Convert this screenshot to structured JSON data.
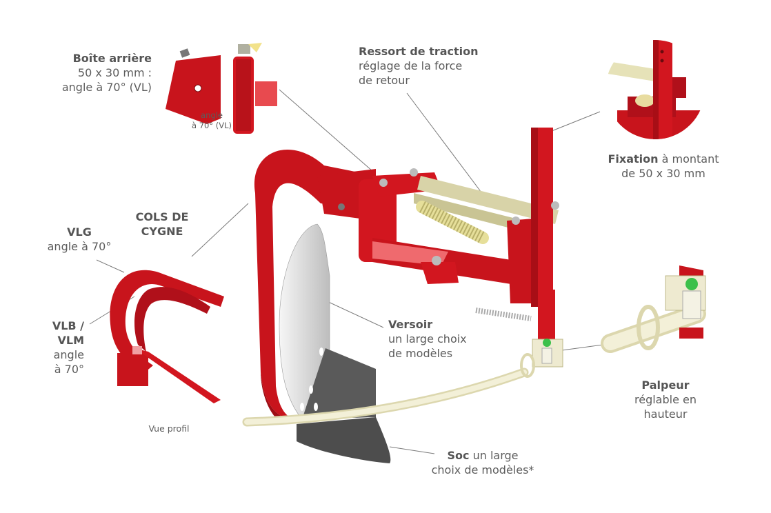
{
  "title": "Composants de la décavaillonneuse",
  "labels": {
    "boite": {
      "title": "Boîte arrière",
      "line1": "50 x 30 mm :",
      "line2": "angle à 70° (VL)"
    },
    "boite_inset": {
      "line1": "angle",
      "line2": "à 70° (VL)"
    },
    "ressort": {
      "title": "Ressort de traction",
      "line1": "réglage de la force",
      "line2": "de retour"
    },
    "fixation": {
      "title": "Fixation",
      "rest": " à montant",
      "line2": "de 50 x 30 mm"
    },
    "cols": {
      "line1": "COLS DE",
      "line2": "CYGNE"
    },
    "vlg": {
      "title": "VLG",
      "line1": "angle à 70°"
    },
    "vlb": {
      "title1": "VLB /",
      "title2": "VLM",
      "line1": "angle",
      "line2": "à 70°"
    },
    "vue": {
      "text": "Vue profil"
    },
    "versoir": {
      "title": "Versoir",
      "line1": "un large choix",
      "line2": "de modèles"
    },
    "palpeur": {
      "title": "Palpeur",
      "line1": "réglable en",
      "line2": "hauteur"
    },
    "soc": {
      "title": "Soc",
      "rest": " un large",
      "line2": "choix de modèles*"
    }
  },
  "colors": {
    "red": "#c8141c",
    "dark_red": "#9e0d14",
    "cream": "#eeead0",
    "grey_blade": "#4d4d4d",
    "text": "#5c5c5c"
  }
}
